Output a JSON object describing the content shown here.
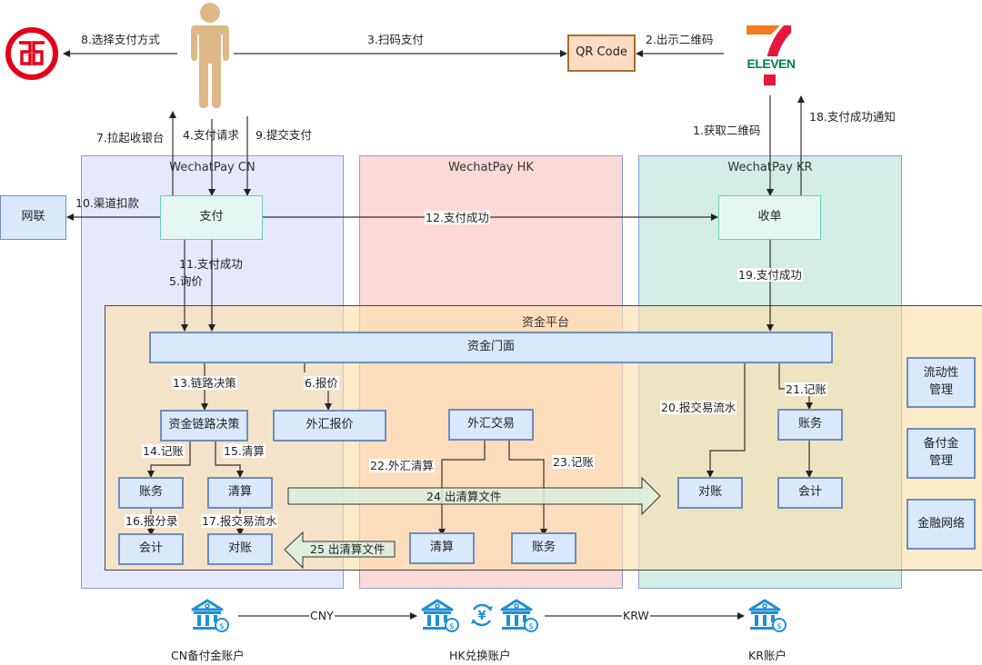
{
  "actors": {
    "bank_logo": "icbc-logo",
    "user": "user-figure",
    "merchant_logo_text": "ELEVEN",
    "qr_code": "QR Code"
  },
  "regions": {
    "cn": "WechatPay CN",
    "hk": "WechatPay HK",
    "kr": "WechatPay KR",
    "fund_platform": "资金平台"
  },
  "nodes": {
    "unionpay": "网联",
    "pay": "支付",
    "acquire": "收单",
    "fund_gateway": "资金门面",
    "route_decision": "资金链路决策",
    "fx_quote": "外汇报价",
    "fx_trade": "外汇交易",
    "cn_ledger": "账务",
    "cn_clearing": "清算",
    "cn_accounting": "会计",
    "cn_reconcile": "对账",
    "hk_clearing": "清算",
    "hk_ledger": "账务",
    "kr_reconcile": "对账",
    "kr_ledger": "账务",
    "kr_accounting": "会计",
    "liquidity": "流动性\n管理",
    "reserve": "备付金\n管理",
    "fin_network": "金融网络"
  },
  "steps": {
    "s1": "1.获取二维码",
    "s2": "2.出示二维码",
    "s3": "3.扫码支付",
    "s4": "4.支付请求",
    "s5": "5.询价",
    "s6": "6.报价",
    "s7": "7.拉起收银台",
    "s8": "8.选择支付方式",
    "s9": "9.提交支付",
    "s10": "10.渠道扣款",
    "s11": "11.支付成功",
    "s12": "12.支付成功",
    "s13": "13.链路决策",
    "s14": "14.记账",
    "s15": "15.清算",
    "s16": "16.报分录",
    "s17": "17.报交易流水",
    "s18": "18.支付成功通知",
    "s19": "19.支付成功",
    "s20": "20.报交易流水",
    "s21": "21.记账",
    "s22": "22.外汇清算",
    "s23": "23.记账",
    "s24": "24 出清算文件",
    "s25": "25 出清算文件"
  },
  "accounts": {
    "cn": "CN备付金账户",
    "hk": "HK兑换账户",
    "kr": "KR账户",
    "flow_cn_hk": "CNY",
    "flow_hk_kr": "KRW"
  },
  "colors": {
    "region_cn": "#e6e9fb",
    "region_hk": "#fdd9d7",
    "region_kr": "#d2eee6",
    "fund_platform": "#fde5c0",
    "node_fill": "#dae8fc",
    "node_border": "#6c8ebf",
    "bank_icon": "#1e8fd6",
    "user_figure": "#deb887",
    "icbc_red": "#e2001a"
  }
}
